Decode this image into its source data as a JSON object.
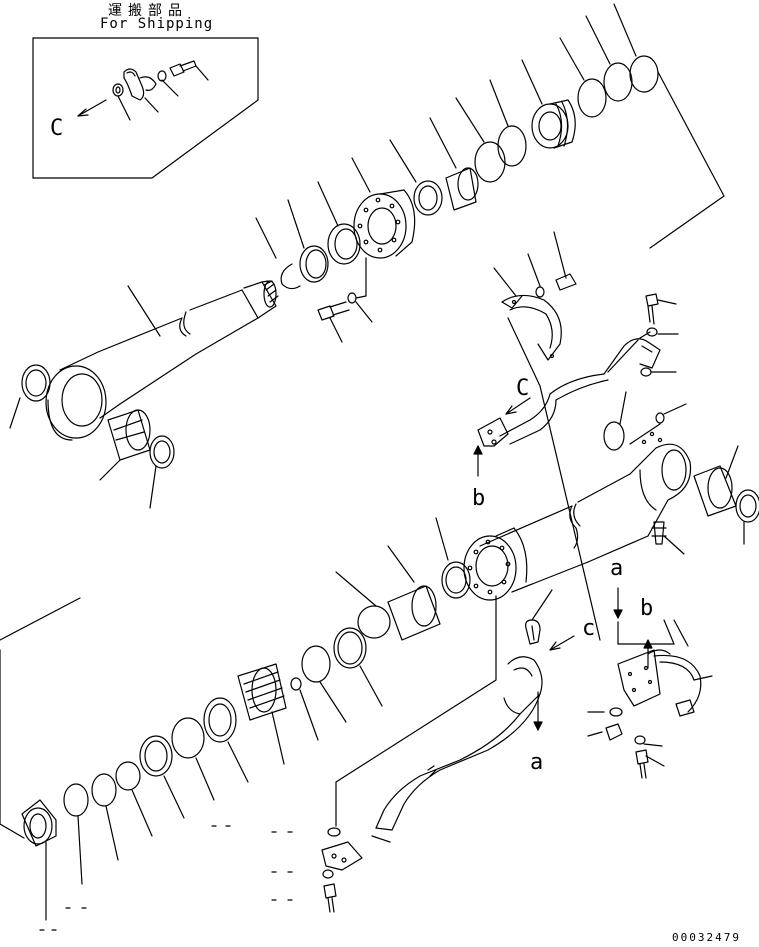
{
  "header": {
    "shipping_jp": "運搬部品",
    "shipping_en": "For Shipping"
  },
  "callouts": {
    "c_box": "C",
    "c_mid": "C",
    "b_mid": "b",
    "a_top": "a",
    "b_right": "b",
    "c_lower": "c",
    "a_lower": "a"
  },
  "footer": {
    "document_number": "00032479"
  }
}
